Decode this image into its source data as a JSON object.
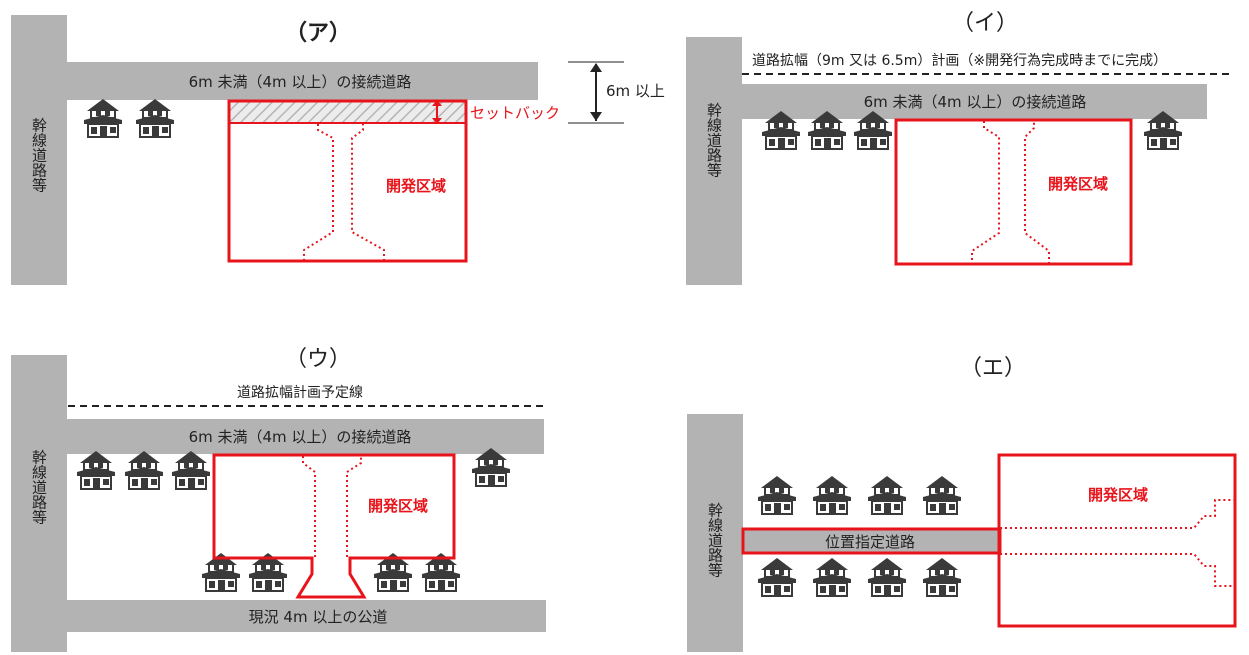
{
  "colors": {
    "road": "#b3b3b3",
    "dev_red": "#e8141b",
    "text": "#222222",
    "house_dark": "#3a3a3a"
  },
  "panels": {
    "a": {
      "title": "（ア）",
      "trunk_road": "幹線道路等",
      "connecting_road": "6m 未満（4m 以上）の接続道路",
      "setback": "セットバック",
      "dimension": "6m 以上",
      "dev_area": "開発区域"
    },
    "i": {
      "title": "（イ）",
      "trunk_road": "幹線道路等",
      "plan_line": "道路拡幅（9m 又は 6.5m）計画（※開発行為完成時までに完成）",
      "connecting_road": "6m 未満（4m 以上）の接続道路",
      "dev_area": "開発区域"
    },
    "u": {
      "title": "（ウ）",
      "trunk_road": "幹線道路等",
      "plan_line": "道路拡幅計画予定線",
      "connecting_road": "6m 未満（4m 以上）の接続道路",
      "public_road": "現況 4m 以上の公道",
      "dev_area": "開発区域"
    },
    "e": {
      "title": "（エ）",
      "trunk_road": "幹線道路等",
      "designated_road": "位置指定道路",
      "dev_area": "開発区域"
    }
  }
}
